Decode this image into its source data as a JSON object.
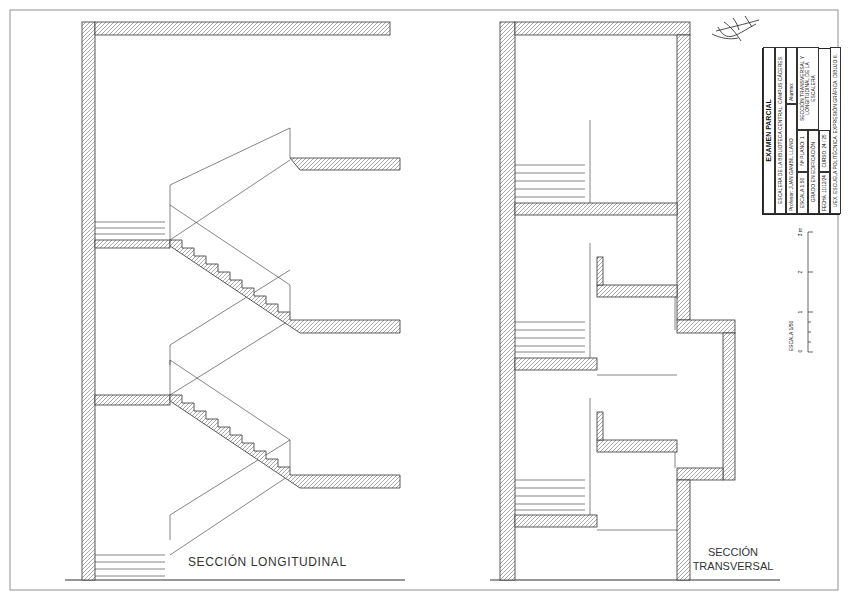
{
  "diagram": {
    "nodes": [
      {
        "text": [
          "EXAMEN PARCIAL"
        ]
      },
      {
        "text": [
          "ESCALERA DE LA BIBLIOTECA CENTRAL. CAMPUS CÁCERES"
        ]
      },
      {
        "text": [
          "Profesor: JUAN GAMBIL LLANO"
        ]
      },
      {
        "text": [
          "Alumno:"
        ]
      },
      {
        "text": [
          "ESCALA 1:50"
        ]
      },
      {
        "text": [
          "Nº PLANO: 1"
        ]
      },
      {
        "text": [
          "SECCIÓN TRANSVERSAL Y LONGITUDINAL DE LA ESCALERA"
        ]
      },
      {
        "text": [
          "GRADO EN EDIFICACIÓN"
        ]
      },
      {
        "text": [
          "FECHA: 11/12/24"
        ]
      },
      {
        "text": [
          "CURSO: 24 / 25"
        ]
      },
      {
        "text": [
          "UEX. ESCUELA POLITÉCNICA. EXPRESIÓN GRÁFICA. DIBUJO II."
        ]
      }
    ],
    "labels": [
      "SECCIÓN LONGITUDINAL",
      "SECCIÓN TRANSVERSAL",
      "ESCALA 1/50",
      "0",
      "1",
      "2",
      "3 m"
    ]
  }
}
